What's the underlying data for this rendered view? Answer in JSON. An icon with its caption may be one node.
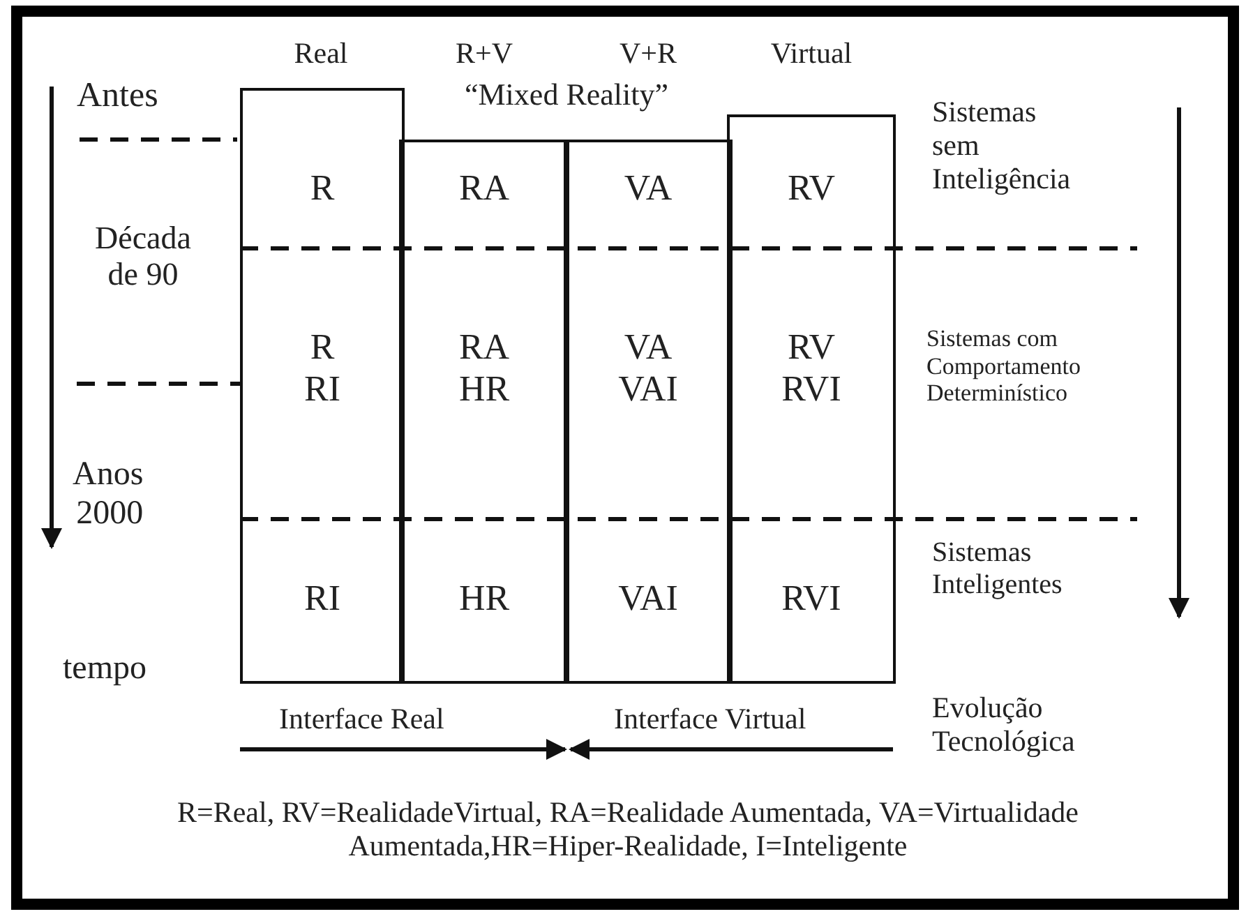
{
  "diagram": {
    "nodes": [
      {
        "text": [
          "Real",
          "R",
          "R RI",
          "RI"
        ]
      },
      {
        "text": [
          "R+V",
          "RA",
          "RA HR",
          "HR"
        ]
      },
      {
        "text": [
          "V+R",
          "VA",
          "VA VAI",
          "VAI"
        ]
      },
      {
        "text": [
          "Virtual",
          "RV",
          "RV RVI",
          "RVI"
        ]
      }
    ],
    "labels": [
      "“Mixed Reality”",
      "Antes",
      "Sistemas sem Inteligência",
      "Década de 90",
      "Sistemas com Comportamento Determinístico",
      "Anos 2000",
      "Sistemas Inteligentes",
      "tempo",
      "Evolução Tecnológica",
      "Interface Real",
      "Interface Virtual",
      "R=Real, RV=RealidadeVirtual, RA=Realidade Aumentada, VA=Virtualidade Aumentada,HR=Hiper-Realidade, I=Inteligente"
    ]
  }
}
